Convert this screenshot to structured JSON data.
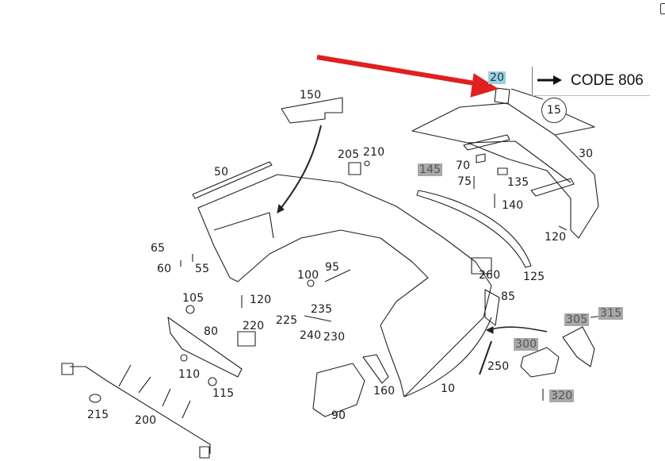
{
  "diagram": {
    "title": "Rear bumper exploded parts diagram",
    "legend": {
      "arrow_icon": "right-arrow-icon",
      "text": "CODE 806"
    },
    "highlight_arrow_color": "#e02020",
    "highlight_colors": {
      "grey": "#a9a9a9",
      "blue": "#9ccfe0"
    },
    "callouts": [
      {
        "id": "20",
        "style": "blue"
      },
      {
        "id": "15",
        "style": "circled"
      },
      {
        "id": "150",
        "style": "plain"
      },
      {
        "id": "205",
        "style": "plain"
      },
      {
        "id": "210",
        "style": "plain"
      },
      {
        "id": "30",
        "style": "plain"
      },
      {
        "id": "50",
        "style": "plain"
      },
      {
        "id": "145",
        "style": "grey"
      },
      {
        "id": "70",
        "style": "plain"
      },
      {
        "id": "75",
        "style": "plain"
      },
      {
        "id": "135",
        "style": "plain"
      },
      {
        "id": "140",
        "style": "plain"
      },
      {
        "id": "120",
        "style": "plain"
      },
      {
        "id": "65",
        "style": "plain"
      },
      {
        "id": "60",
        "style": "plain"
      },
      {
        "id": "55",
        "style": "plain"
      },
      {
        "id": "100",
        "style": "plain"
      },
      {
        "id": "95",
        "style": "plain"
      },
      {
        "id": "260",
        "style": "plain"
      },
      {
        "id": "125",
        "style": "plain"
      },
      {
        "id": "105",
        "style": "plain"
      },
      {
        "id": "120",
        "style": "plain"
      },
      {
        "id": "235",
        "style": "plain"
      },
      {
        "id": "85",
        "style": "plain"
      },
      {
        "id": "80",
        "style": "plain"
      },
      {
        "id": "220",
        "style": "plain"
      },
      {
        "id": "225",
        "style": "plain"
      },
      {
        "id": "240",
        "style": "plain"
      },
      {
        "id": "230",
        "style": "plain"
      },
      {
        "id": "305",
        "style": "grey"
      },
      {
        "id": "315",
        "style": "grey"
      },
      {
        "id": "300",
        "style": "grey"
      },
      {
        "id": "250",
        "style": "plain"
      },
      {
        "id": "110",
        "style": "plain"
      },
      {
        "id": "115",
        "style": "plain"
      },
      {
        "id": "160",
        "style": "plain"
      },
      {
        "id": "10",
        "style": "plain"
      },
      {
        "id": "215",
        "style": "plain"
      },
      {
        "id": "200",
        "style": "plain"
      },
      {
        "id": "90",
        "style": "plain"
      },
      {
        "id": "320",
        "style": "grey"
      }
    ]
  }
}
